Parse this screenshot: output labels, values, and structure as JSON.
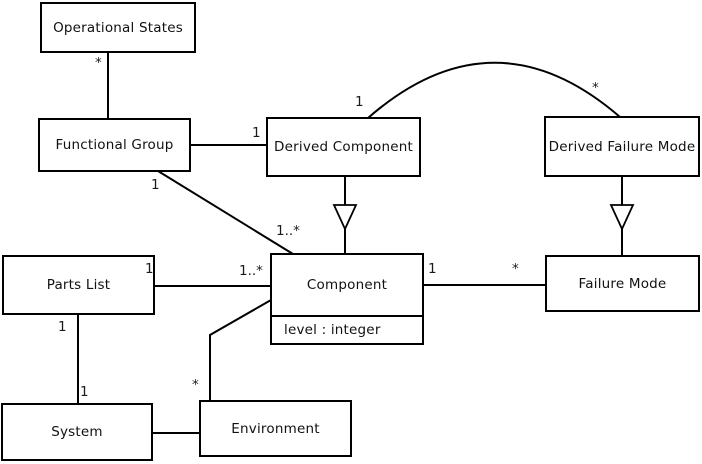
{
  "classes": {
    "operational_states": {
      "name": "Operational States"
    },
    "functional_group": {
      "name": "Functional Group"
    },
    "derived_component": {
      "name": "Derived Component"
    },
    "derived_failure_mode": {
      "name": "Derived Failure Mode"
    },
    "parts_list": {
      "name": "Parts List"
    },
    "component": {
      "name": "Component",
      "attribute": "level : integer"
    },
    "failure_mode": {
      "name": "Failure Mode"
    },
    "system": {
      "name": "System"
    },
    "environment": {
      "name": "Environment"
    }
  },
  "labels": {
    "os_fg_star": "*",
    "fg_dc_1": "1",
    "dc_arc_1": "1",
    "dfm_arc_star": "*",
    "fg_comp_1": "1",
    "fg_comp_many": "1..*",
    "pl_comp_1": "1",
    "pl_comp_many": "1..*",
    "comp_fm_1": "1",
    "comp_fm_star": "*",
    "pl_sys_top_1": "1",
    "pl_sys_bottom_1": "1",
    "env_comp_star": "*"
  },
  "colors": {
    "line": "#000000",
    "background": "#ffffff",
    "text": "#111111"
  }
}
